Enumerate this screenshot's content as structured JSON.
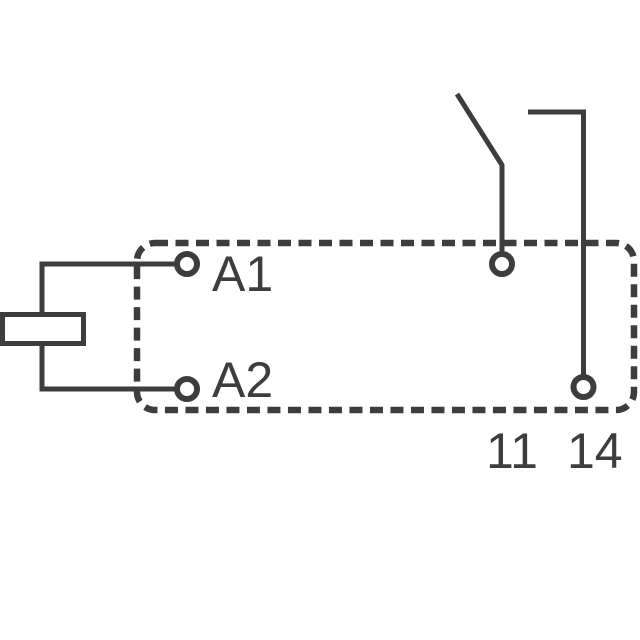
{
  "colors": {
    "line": "#3d3d3d",
    "background": "#ffffff",
    "terminal_fill": "#ffffff"
  },
  "labels": {
    "coil_terminal_1": "A1",
    "coil_terminal_2": "A2",
    "contact_terminal_11": "11",
    "contact_terminal_14": "14"
  }
}
